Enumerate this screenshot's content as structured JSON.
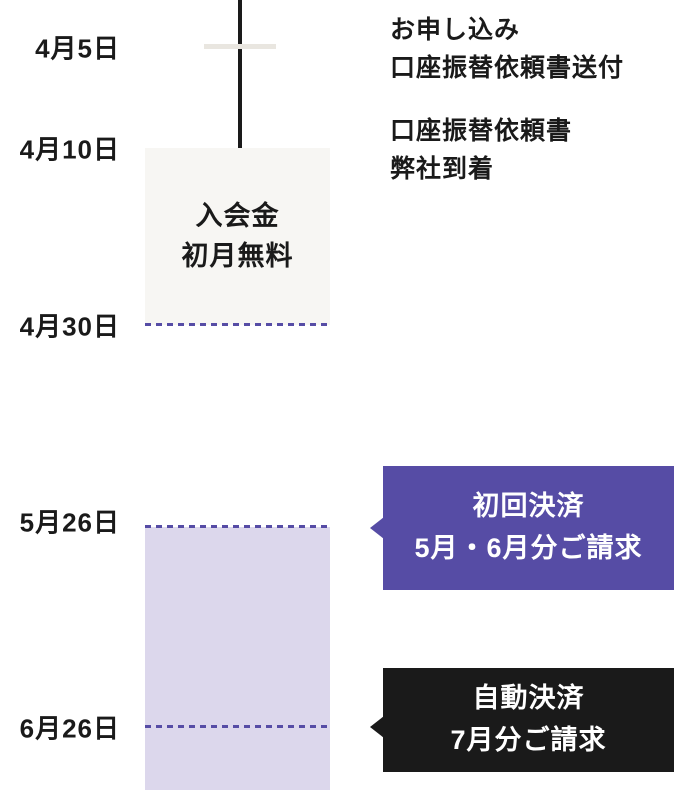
{
  "colors": {
    "accent_purple": "#564ca5",
    "light_purple_fill": "#dcd7ec",
    "pale_gray_fill": "#f7f6f3",
    "dark": "#1a1a1a",
    "tick_gray": "#e9e6e0"
  },
  "dates": {
    "apr5": "4月5日",
    "apr10": "4月10日",
    "apr30": "4月30日",
    "may26": "5月26日",
    "jun26": "6月26日"
  },
  "bar": {
    "free_line1": "入会金",
    "free_line2": "初月無料"
  },
  "notes": {
    "apply_line1": "お申し込み",
    "apply_line2": "口座振替依頼書送付",
    "arrival_line1": "口座振替依頼書",
    "arrival_line2": "弊社到着"
  },
  "callouts": {
    "first": {
      "line1": "初回決済",
      "line2": "5月・6月分ご請求"
    },
    "auto": {
      "line1": "自動決済",
      "line2": "7月分ご請求"
    }
  }
}
